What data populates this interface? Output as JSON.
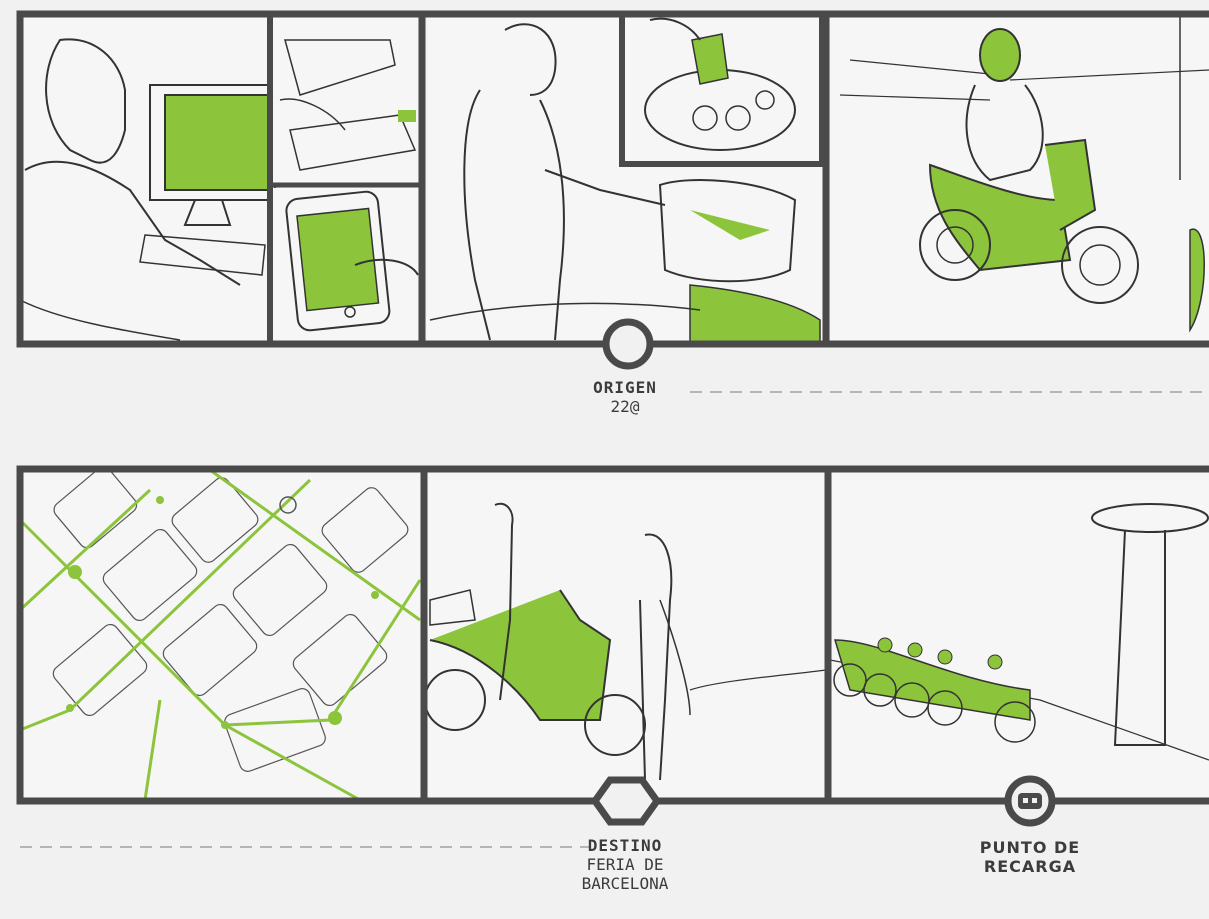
{
  "accent_color": "#8cc43c",
  "frame_color": "#4a4a4a",
  "background_color": "#f1f1f1",
  "top_strip": {
    "panels": [
      {
        "name": "booking-computer",
        "icon": "desk-computer"
      },
      {
        "name": "booking-phone",
        "icon": "telephone-keypad"
      },
      {
        "name": "booking-smartphone",
        "icon": "smartphone-app"
      },
      {
        "name": "man-at-scooter",
        "icon": "person-with-scooter"
      },
      {
        "name": "card-on-dashboard",
        "icon": "scooter-dashboard-card"
      },
      {
        "name": "rider-on-scooter",
        "icon": "rider-helmet-scooter"
      }
    ],
    "marker": {
      "icon": "circle-marker",
      "title": "ORIGEN",
      "subtitle": "22@"
    }
  },
  "bottom_strip": {
    "panels": [
      {
        "name": "route-map",
        "icon": "city-map-route"
      },
      {
        "name": "parked-scooter-people",
        "icon": "people-with-scooter"
      },
      {
        "name": "charging-station",
        "icon": "scooters-charging"
      }
    ],
    "markers": [
      {
        "icon": "hexagon-marker",
        "title": "DESTINO",
        "lines": [
          "FERIA DE",
          "BARCELONA"
        ]
      },
      {
        "icon": "plug-marker",
        "title": "PUNTO DE",
        "title2": "RECARGA"
      }
    ]
  }
}
